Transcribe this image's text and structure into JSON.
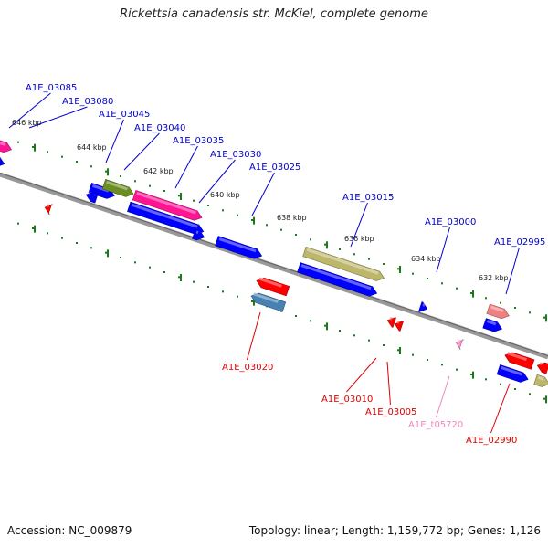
{
  "title": "Rickettsia canadensis str. McKiel, complete genome",
  "footer": {
    "accession": "Accession: NC_009879",
    "topology": "Topology: linear; Length: 1,159,772 bp; Genes: 1,126"
  },
  "colors": {
    "forward_label": "#0000cc",
    "reverse_label": "#dd0000",
    "trna_label": "#ee88bb",
    "backbone": "#888888",
    "tick": "#1a7a1a"
  },
  "scale_labels": [
    "646 kbp",
    "644 kbp",
    "642 kbp",
    "640 kbp",
    "638 kbp",
    "636 kbp",
    "634 kbp",
    "632 kbp"
  ],
  "genes": [
    {
      "locus": "A1E_03085",
      "color": "#0000ff",
      "strand": "forward"
    },
    {
      "locus": "A1E_03080",
      "color": "#ff1493",
      "strand": "forward"
    },
    {
      "locus": "A1E_03045",
      "color": "#0000ff",
      "strand": "forward"
    },
    {
      "locus": "A1E_03040",
      "color": "#6b8e23",
      "strand": "forward"
    },
    {
      "locus": "A1E_03035",
      "color": "#ff1493",
      "strand": "forward"
    },
    {
      "locus": "A1E_03030",
      "color": "#0000ff",
      "strand": "forward"
    },
    {
      "locus": "A1E_03025",
      "color": "#0000ff",
      "strand": "forward"
    },
    {
      "locus": "A1E_03015",
      "color": "#bdb76b",
      "strand": "forward"
    },
    {
      "locus": "A1E_03000",
      "color": "#0000ff",
      "strand": "forward"
    },
    {
      "locus": "A1E_02995",
      "color": "#f08080",
      "strand": "forward"
    },
    {
      "locus": "A1E_03020",
      "color": "#4682b4",
      "strand": "reverse"
    },
    {
      "locus": "A1E_03010",
      "color": "#ff0000",
      "strand": "reverse"
    },
    {
      "locus": "A1E_03005",
      "color": "#ff0000",
      "strand": "reverse"
    },
    {
      "locus": "A1E_t05720",
      "color": "#ff99cc",
      "strand": "reverse"
    },
    {
      "locus": "A1E_02990",
      "color": "#ff0000",
      "strand": "reverse"
    }
  ]
}
